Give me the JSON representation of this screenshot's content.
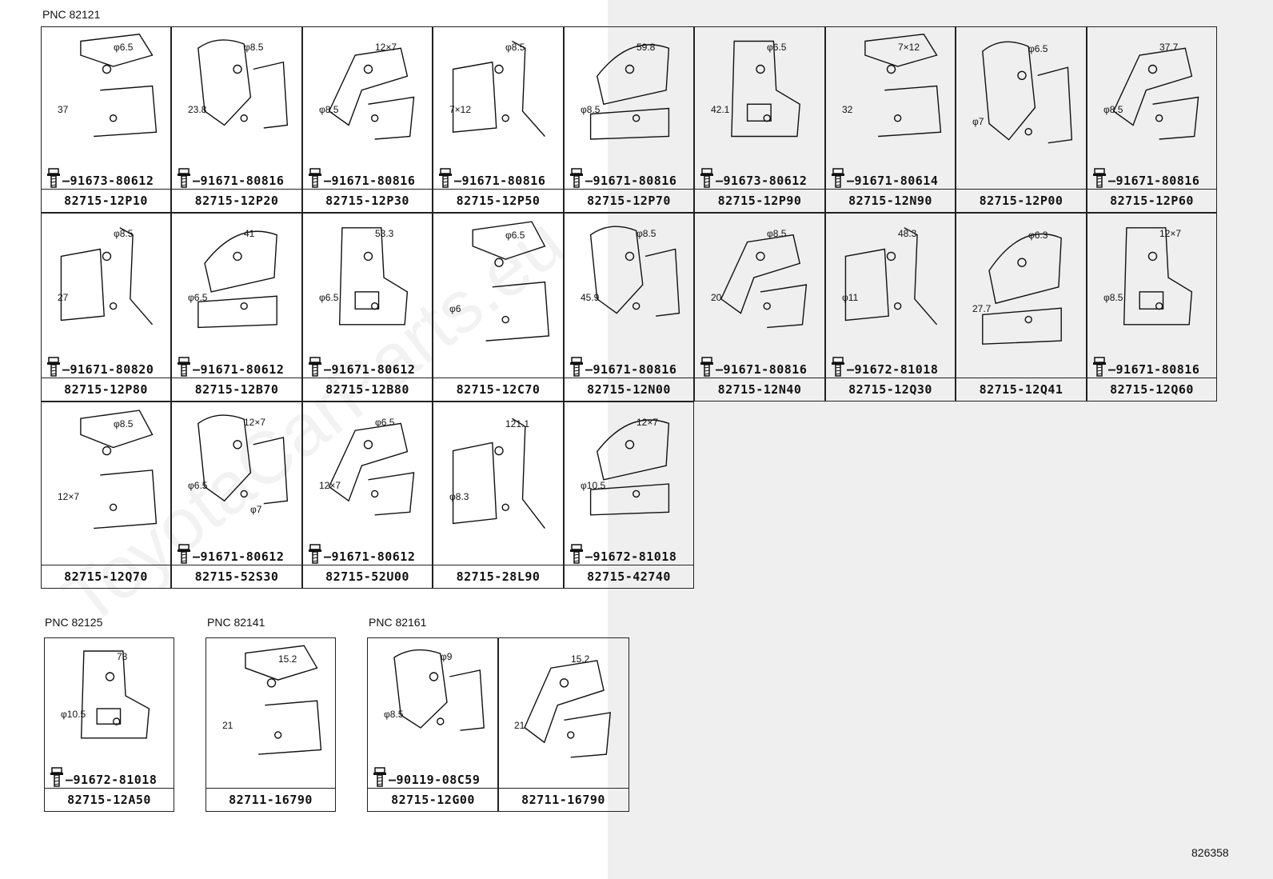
{
  "watermark": "ToyotaCarParts.eu",
  "doc_number": "826358",
  "groups": [
    {
      "pnc": "PNC 82121",
      "cells": [
        {
          "part": "82715-12P10",
          "bolt": "91673-80612",
          "dims": [
            "φ6.5",
            "37"
          ]
        },
        {
          "part": "82715-12P20",
          "bolt": "91671-80816",
          "dims": [
            "φ8.5",
            "23.8"
          ]
        },
        {
          "part": "82715-12P30",
          "bolt": "91671-80816",
          "dims": [
            "12×7",
            "φ8.5"
          ]
        },
        {
          "part": "82715-12P50",
          "bolt": "91671-80816",
          "dims": [
            "φ8.5",
            "7×12"
          ]
        },
        {
          "part": "82715-12P70",
          "bolt": "91671-80816",
          "dims": [
            "59.8",
            "φ8.5"
          ]
        },
        {
          "part": "82715-12P90",
          "bolt": "91673-80612",
          "dims": [
            "φ6.5",
            "42.1"
          ]
        },
        {
          "part": "82715-12N90",
          "bolt": "91671-80614",
          "dims": [
            "7×12",
            "32"
          ]
        },
        {
          "part": "82715-12P00",
          "bolt": "",
          "dims": [
            "φ6.5",
            "φ7"
          ]
        },
        {
          "part": "82715-12P60",
          "bolt": "91671-80816",
          "dims": [
            "37.7",
            "φ8.5"
          ]
        },
        {
          "part": "82715-12P80",
          "bolt": "91671-80820",
          "dims": [
            "φ8.5",
            "27"
          ]
        },
        {
          "part": "82715-12B70",
          "bolt": "91671-80612",
          "dims": [
            "41",
            "φ6.5"
          ]
        },
        {
          "part": "82715-12B80",
          "bolt": "91671-80612",
          "dims": [
            "53.3",
            "φ6.5"
          ]
        },
        {
          "part": "82715-12C70",
          "bolt": "",
          "dims": [
            "φ6.5",
            "φ6"
          ]
        },
        {
          "part": "82715-12N00",
          "bolt": "91671-80816",
          "dims": [
            "φ8.5",
            "45.9"
          ]
        },
        {
          "part": "82715-12N40",
          "bolt": "91671-80816",
          "dims": [
            "φ8.5",
            "20"
          ]
        },
        {
          "part": "82715-12Q30",
          "bolt": "91672-81018",
          "dims": [
            "48.3",
            "φ11"
          ]
        },
        {
          "part": "82715-12Q41",
          "bolt": "",
          "dims": [
            "φ6.3",
            "27.7"
          ]
        },
        {
          "part": "82715-12Q60",
          "bolt": "91671-80816",
          "dims": [
            "12×7",
            "φ8.5"
          ]
        },
        {
          "part": "82715-12Q70",
          "bolt": "",
          "dims": [
            "φ8.5",
            "12×7"
          ]
        },
        {
          "part": "82715-52S30",
          "bolt": "91671-80612",
          "dims": [
            "12×7",
            "φ6.5",
            "φ7"
          ]
        },
        {
          "part": "82715-52U00",
          "bolt": "91671-80612",
          "dims": [
            "φ6.5",
            "12×7"
          ]
        },
        {
          "part": "82715-28L90",
          "bolt": "",
          "dims": [
            "121.1",
            "φ8.3"
          ]
        },
        {
          "part": "82715-42740",
          "bolt": "91672-81018",
          "dims": [
            "12×7",
            "φ10.5"
          ]
        }
      ]
    },
    {
      "pnc": "PNC 82125",
      "cells": [
        {
          "part": "82715-12A50",
          "bolt": "91672-81018",
          "dims": [
            "73",
            "φ10.5"
          ]
        }
      ]
    },
    {
      "pnc": "PNC 82141",
      "cells": [
        {
          "part": "82711-16790",
          "bolt": "",
          "dims": [
            "15.2",
            "21"
          ]
        }
      ]
    },
    {
      "pnc": "PNC 82161",
      "cells": [
        {
          "part": "82715-12G00",
          "bolt": "90119-08C59",
          "dims": [
            "φ9",
            "φ8.5"
          ]
        },
        {
          "part": "82711-16790",
          "bolt": "",
          "dims": [
            "15.2",
            "21"
          ]
        }
      ]
    }
  ]
}
